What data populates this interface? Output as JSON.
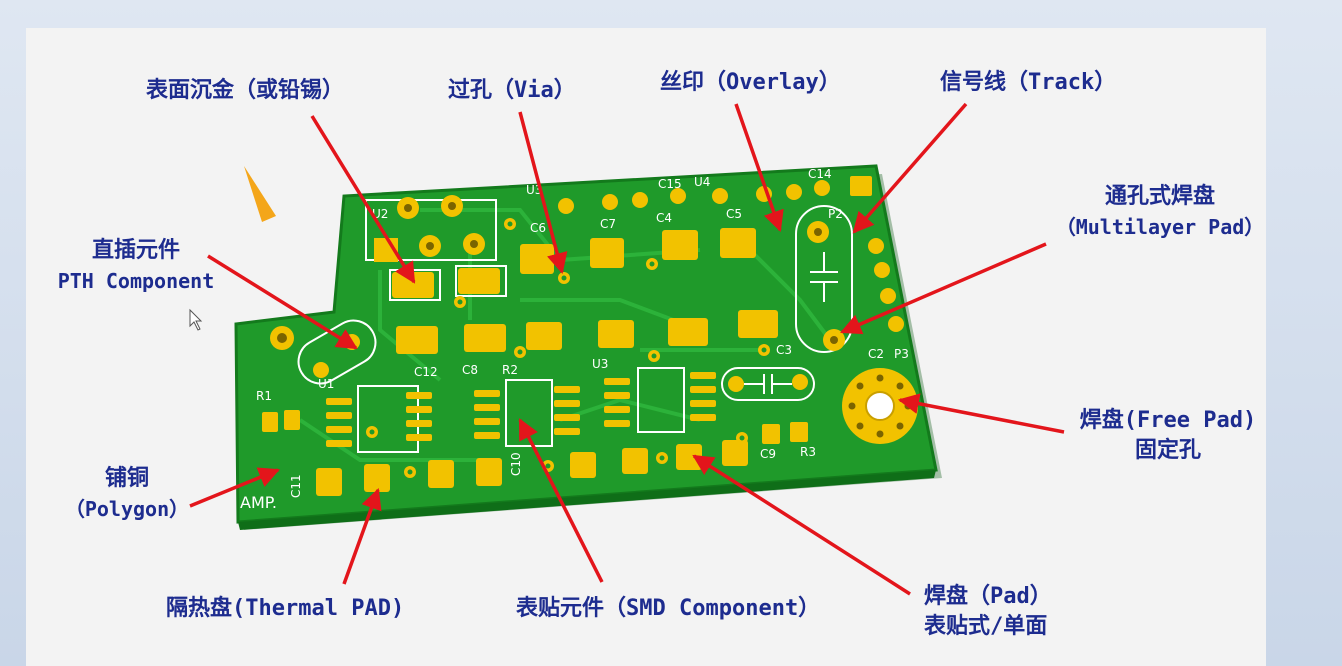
{
  "labels": {
    "surface_finish": "表面沉金（或铅锡）",
    "via": "过孔（Via）",
    "overlay": "丝印（Overlay）",
    "track": "信号线（Track）",
    "multilayer_pad": {
      "line1": "通孔式焊盘",
      "line2": "（Multilayer Pad）"
    },
    "pth_component": {
      "line1": "直插元件",
      "line2": "PTH Component"
    },
    "free_pad": {
      "line1": "焊盘(Free Pad)",
      "line2": "固定孔"
    },
    "polygon": {
      "line1": "铺铜",
      "line2": "（Polygon）"
    },
    "thermal_pad": "隔热盘(Thermal PAD)",
    "smd_component": "表贴元件（SMD Component）",
    "pad": {
      "line1": "焊盘（Pad）",
      "line2": "表贴式/单面"
    }
  },
  "silkscreen": {
    "u2": "U2",
    "u3": "U3",
    "u4": "U4",
    "u1": "U1",
    "c15": "C15",
    "c14": "C14",
    "c7": "C7",
    "c6": "C6",
    "c4": "C4",
    "c5": "C5",
    "c3": "C3",
    "c2": "C2",
    "c12": "C12",
    "c8": "C8",
    "c9": "C9",
    "c10": "C10",
    "c11": "C11",
    "r1": "R1",
    "r2": "R2",
    "r3": "R3",
    "p2": "P2",
    "p3": "P3",
    "amp": "AMP."
  },
  "colors": {
    "board": "#1f9a2a",
    "board_edge": "#137a1c",
    "pad": "#f2c200",
    "silk": "#ffffff",
    "arrow": "#e3151b",
    "text": "#1d2c8f"
  }
}
